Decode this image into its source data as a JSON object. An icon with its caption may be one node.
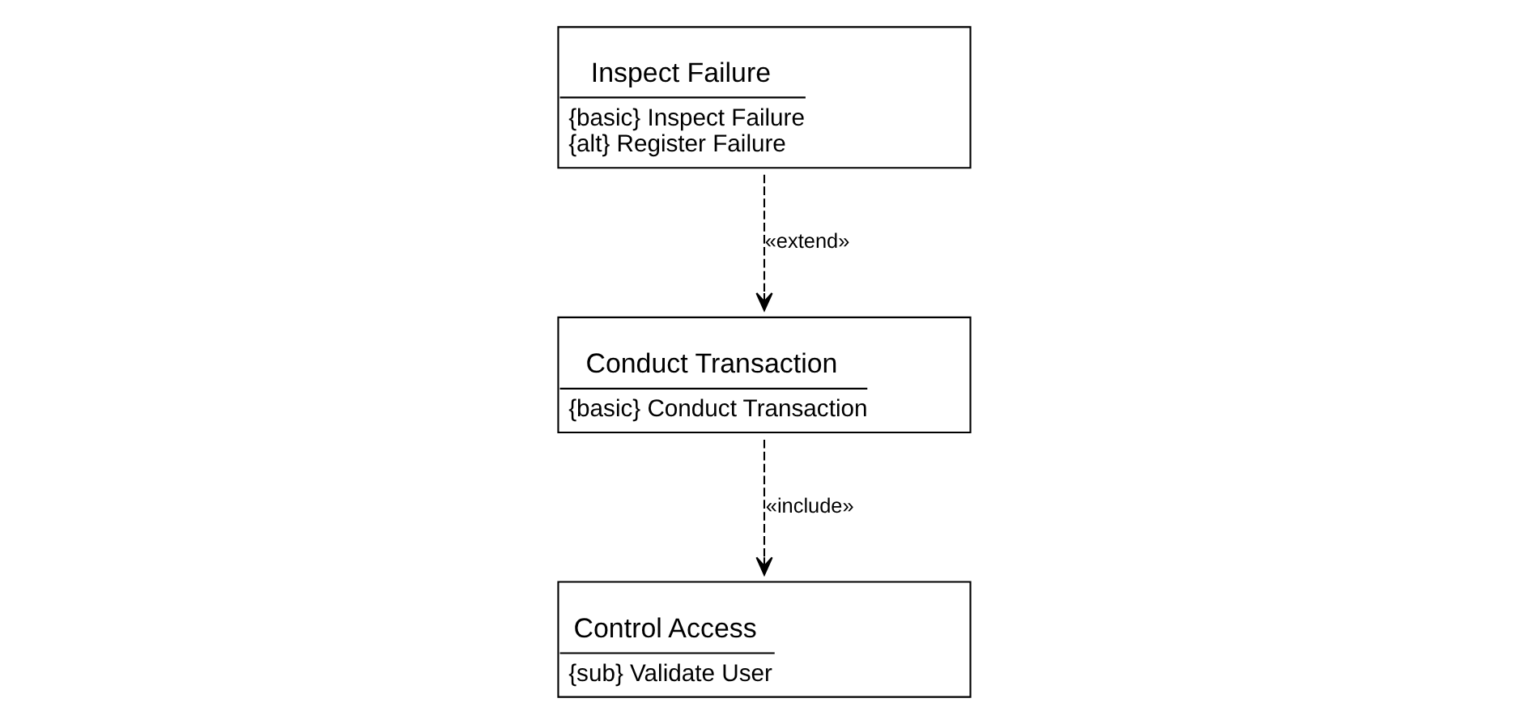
{
  "diagram": {
    "nodes": [
      {
        "text": [
          "Inspect Failure",
          "{basic} Inspect Failure",
          "{alt} Register Failure"
        ]
      },
      {
        "text": [
          "Conduct Transaction",
          "{basic} Conduct Transaction"
        ]
      },
      {
        "text": [
          "Control Access",
          "{sub} Validate User"
        ]
      }
    ],
    "edges": [
      {
        "from": 0,
        "to": 1,
        "arrow": "to",
        "style": "dashed",
        "label": "«extend»"
      },
      {
        "from": 1,
        "to": 2,
        "arrow": "to",
        "style": "dashed",
        "label": "«include»"
      }
    ]
  }
}
